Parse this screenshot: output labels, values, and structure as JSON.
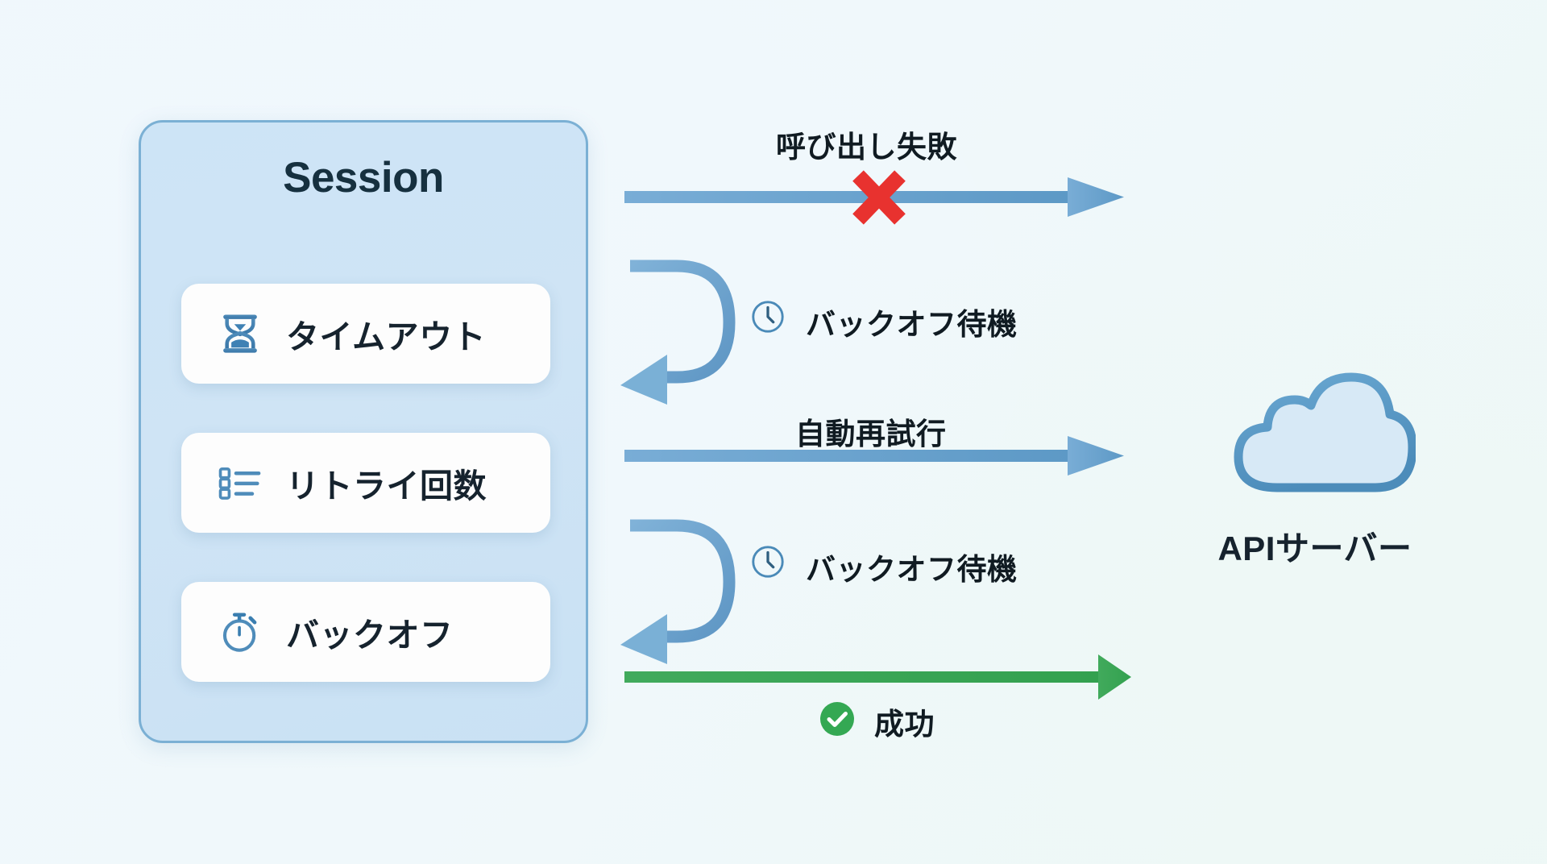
{
  "diagram": {
    "title": "Session retry flow",
    "background_color": "#eff7fb"
  },
  "session_panel": {
    "title": "Session",
    "border_color": "#7bb0d4",
    "fill_color": "#cde4f6",
    "items": [
      {
        "label": "タイムアウト",
        "icon": "hourglass-icon"
      },
      {
        "label": "リトライ回数",
        "icon": "list-icon"
      },
      {
        "label": "バックオフ",
        "icon": "stopwatch-icon"
      }
    ]
  },
  "server": {
    "label": "APIサーバー",
    "icon": "cloud-icon",
    "color": "#5a9bc9"
  },
  "flows": [
    {
      "id": "call-failed",
      "label": "呼び出し失敗",
      "direction": "right",
      "color": "#6ba6d3",
      "marker_icon": "x-mark-icon",
      "marker_color": "#e8322f"
    },
    {
      "id": "backoff-wait-1",
      "label": "バックオフ待機",
      "direction": "loop-back",
      "color": "#6ba6d3",
      "marker_icon": "clock-icon",
      "marker_color": "#4a8ab8"
    },
    {
      "id": "auto-retry",
      "label": "自動再試行",
      "direction": "right",
      "color": "#6ba6d3",
      "marker_icon": "none",
      "marker_color": ""
    },
    {
      "id": "backoff-wait-2",
      "label": "バックオフ待機",
      "direction": "loop-back",
      "color": "#6ba6d3",
      "marker_icon": "clock-icon",
      "marker_color": "#4a8ab8"
    },
    {
      "id": "success",
      "label": "成功",
      "direction": "right",
      "color": "#34a853",
      "marker_icon": "check-circle-icon",
      "marker_color": "#34a853"
    }
  ]
}
